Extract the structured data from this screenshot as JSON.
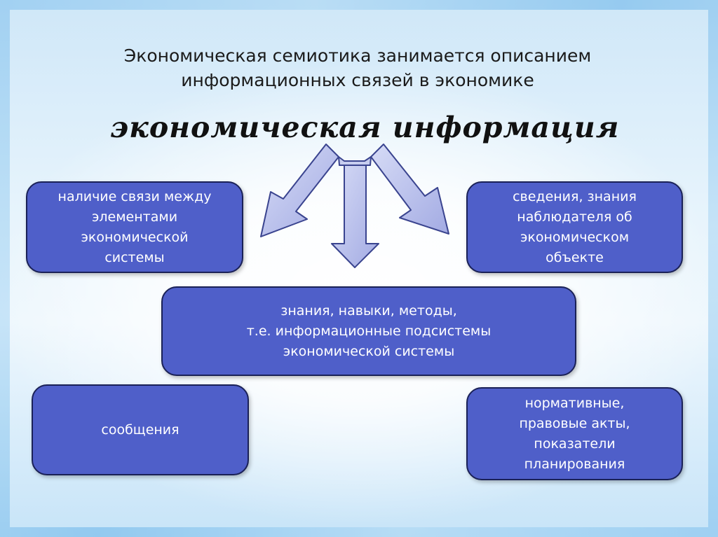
{
  "heading": {
    "line1": "Экономическая семиотика занимается описанием",
    "line2": "информационных связей в экономике"
  },
  "subtitle": "экономическая информация",
  "boxes": {
    "top_left": "наличие связи между\nэлементами\nэкономической\nсистемы",
    "top_right": "сведения, знания\nнаблюдателя об\nэкономическом\nобъекте",
    "center": "знания, навыки, методы,\nт.е. информационные подсистемы\nэкономической системы",
    "bottom_left": "сообщения",
    "bottom_right": "нормативные,\nправовые акты,\nпоказатели\nпланирования"
  },
  "colors": {
    "box_fill": "#4f5fc9",
    "box_border": "#1a2157",
    "arrow_fill": "#b3bbea",
    "arrow_stroke": "#3a448f"
  }
}
